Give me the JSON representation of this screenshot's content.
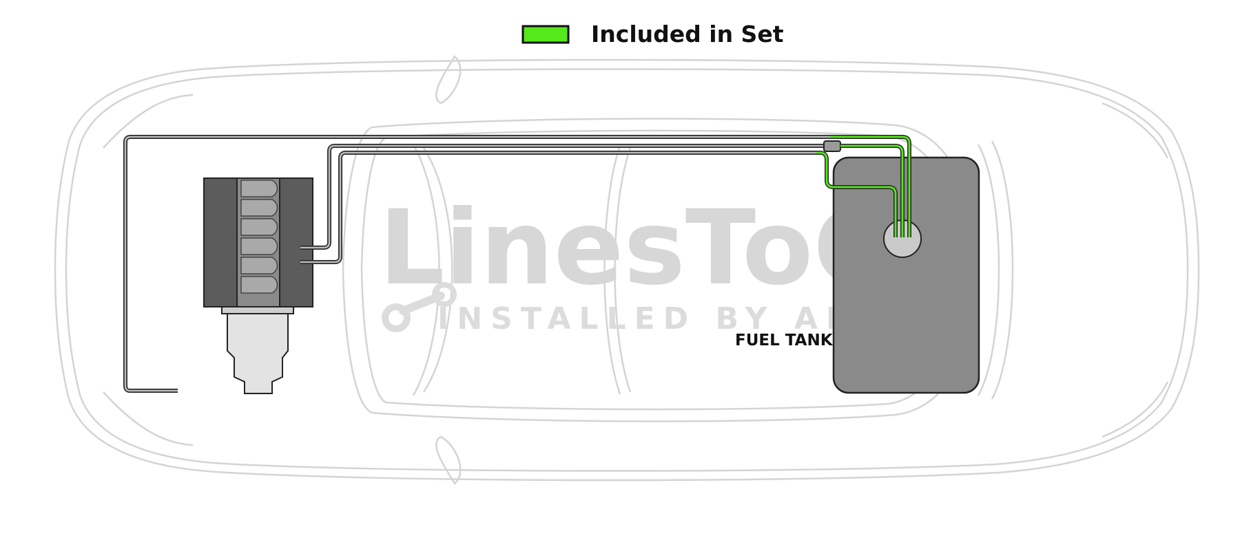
{
  "legend": {
    "label": "Included in Set",
    "swatch_color": "#55e81b"
  },
  "watermark": {
    "brand": "LinesToGo",
    "tagline": "INSTALLED BY ALL",
    "icon": "wrench-gear-icon"
  },
  "components": {
    "fuel_tank_label": "FUEL TANK",
    "engine": "engine-block-icon",
    "car": "car-outline-top-view"
  },
  "colors": {
    "included": "#55e81b",
    "not_included": "#bcbcbc",
    "tank": "#8a8a8a",
    "car_outline": "#d4d4d4"
  }
}
